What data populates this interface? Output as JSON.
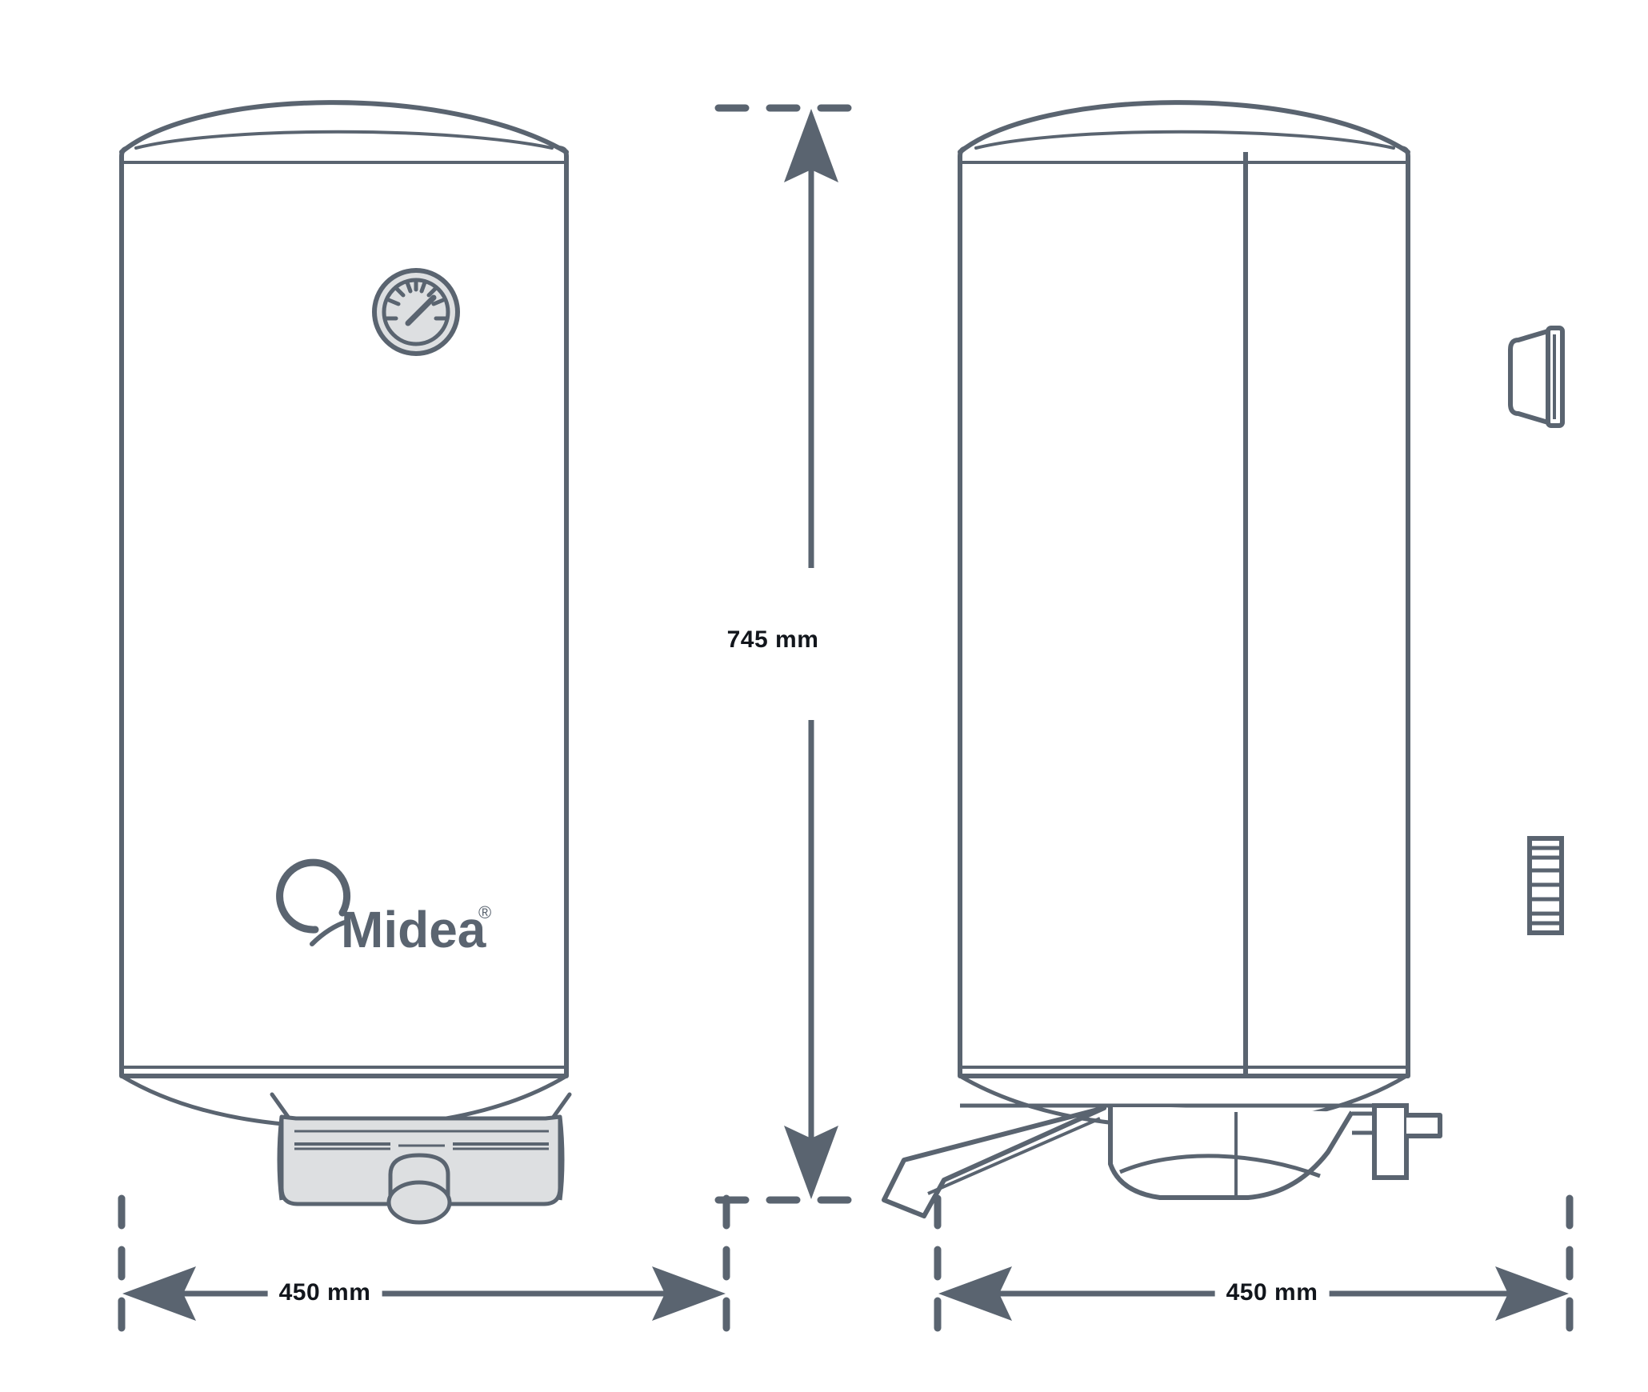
{
  "drawing": {
    "title": "Midea water heater dimensional drawing",
    "brand": "Midea",
    "brand_trademark": "®",
    "stroke_color": "#5a6470",
    "fill_color": "#ffffff",
    "panel_shade": "#dddfe1",
    "label_color": "#12161c",
    "background": "#ffffff"
  },
  "views": {
    "front": {
      "name": "front-view",
      "components": [
        {
          "name": "tank-body",
          "label": "Tank body"
        },
        {
          "name": "dome-top",
          "label": "Dome top"
        },
        {
          "name": "temperature-gauge",
          "label": "Temperature gauge"
        },
        {
          "name": "brand-logo",
          "label": "Midea"
        },
        {
          "name": "bottom-skirt",
          "label": "Bottom skirt"
        },
        {
          "name": "control-box",
          "label": "Control box"
        },
        {
          "name": "control-knob",
          "label": "Control knob"
        }
      ]
    },
    "side": {
      "name": "side-view",
      "components": [
        {
          "name": "tank-body",
          "label": "Tank body"
        },
        {
          "name": "dome-top",
          "label": "Dome top"
        },
        {
          "name": "seam-line",
          "label": "Seam line"
        },
        {
          "name": "upper-port-flange",
          "label": "Upper port flange"
        },
        {
          "name": "lower-threaded-connector",
          "label": "Lower threaded connector"
        },
        {
          "name": "bottom-skirt",
          "label": "Bottom skirt"
        },
        {
          "name": "relief-valve",
          "label": "Relief valve"
        },
        {
          "name": "outlet-pipe",
          "label": "Outlet pipe"
        }
      ]
    }
  },
  "dimensions": {
    "height": {
      "value": "745 mm",
      "number": 745,
      "unit": "mm",
      "orientation": "vertical",
      "applies_to": "front-view"
    },
    "width_front": {
      "value": "450 mm",
      "number": 450,
      "unit": "mm",
      "orientation": "horizontal",
      "applies_to": "front-view"
    },
    "width_side": {
      "value": "450 mm",
      "number": 450,
      "unit": "mm",
      "orientation": "horizontal",
      "applies_to": "side-view"
    }
  },
  "gauge": {
    "name": "temperature-gauge",
    "tick_count": 9,
    "needle_angle_deg": -45
  }
}
